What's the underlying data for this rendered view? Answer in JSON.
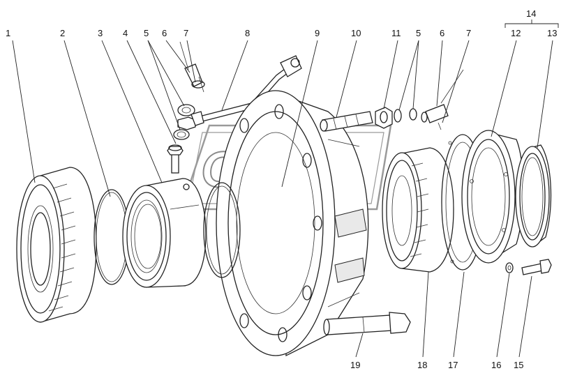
{
  "callouts": [
    {
      "id": "c1",
      "label": "1"
    },
    {
      "id": "c2",
      "label": "2"
    },
    {
      "id": "c3",
      "label": "3"
    },
    {
      "id": "c4",
      "label": "4"
    },
    {
      "id": "c5a",
      "label": "5"
    },
    {
      "id": "c6a",
      "label": "6"
    },
    {
      "id": "c7a",
      "label": "7"
    },
    {
      "id": "c8",
      "label": "8"
    },
    {
      "id": "c9",
      "label": "9"
    },
    {
      "id": "c10",
      "label": "10"
    },
    {
      "id": "c11",
      "label": "11"
    },
    {
      "id": "c5b",
      "label": "5"
    },
    {
      "id": "c6b",
      "label": "6"
    },
    {
      "id": "c7b",
      "label": "7"
    },
    {
      "id": "c14",
      "label": "14"
    },
    {
      "id": "c12",
      "label": "12"
    },
    {
      "id": "c13",
      "label": "13"
    },
    {
      "id": "c19",
      "label": "19"
    },
    {
      "id": "c18",
      "label": "18"
    },
    {
      "id": "c17",
      "label": "17"
    },
    {
      "id": "c16",
      "label": "16"
    },
    {
      "id": "c15",
      "label": "15"
    }
  ],
  "watermark": {
    "text": "OPEX"
  }
}
